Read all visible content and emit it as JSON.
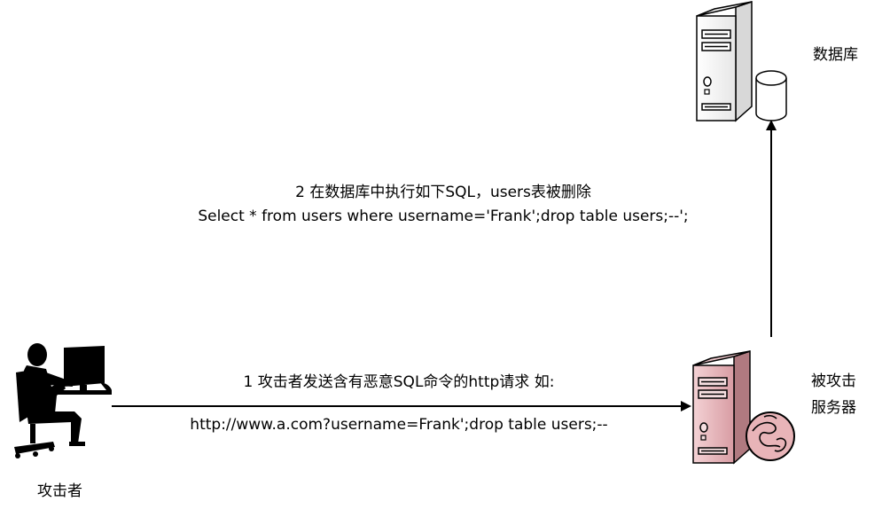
{
  "nodes": {
    "database": {
      "label": "数据库"
    },
    "server": {
      "label_line1": "被攻击",
      "label_line2": "服务器"
    },
    "attacker": {
      "label": "攻击者"
    }
  },
  "edges": {
    "step1": {
      "title": "1 攻击者发送含有恶意SQL命令的http请求 如:",
      "url": "http://www.a.com?username=Frank';drop table users;--"
    },
    "step2": {
      "title": "2 在数据库中执行如下SQL，users表被删除",
      "sql": "Select * from users where username='Frank';drop table users;--';"
    }
  },
  "colors": {
    "server_pink": "#e8b4b8",
    "server_dark": "#b07a80",
    "database_white": "#ffffff",
    "stroke": "#000000"
  }
}
